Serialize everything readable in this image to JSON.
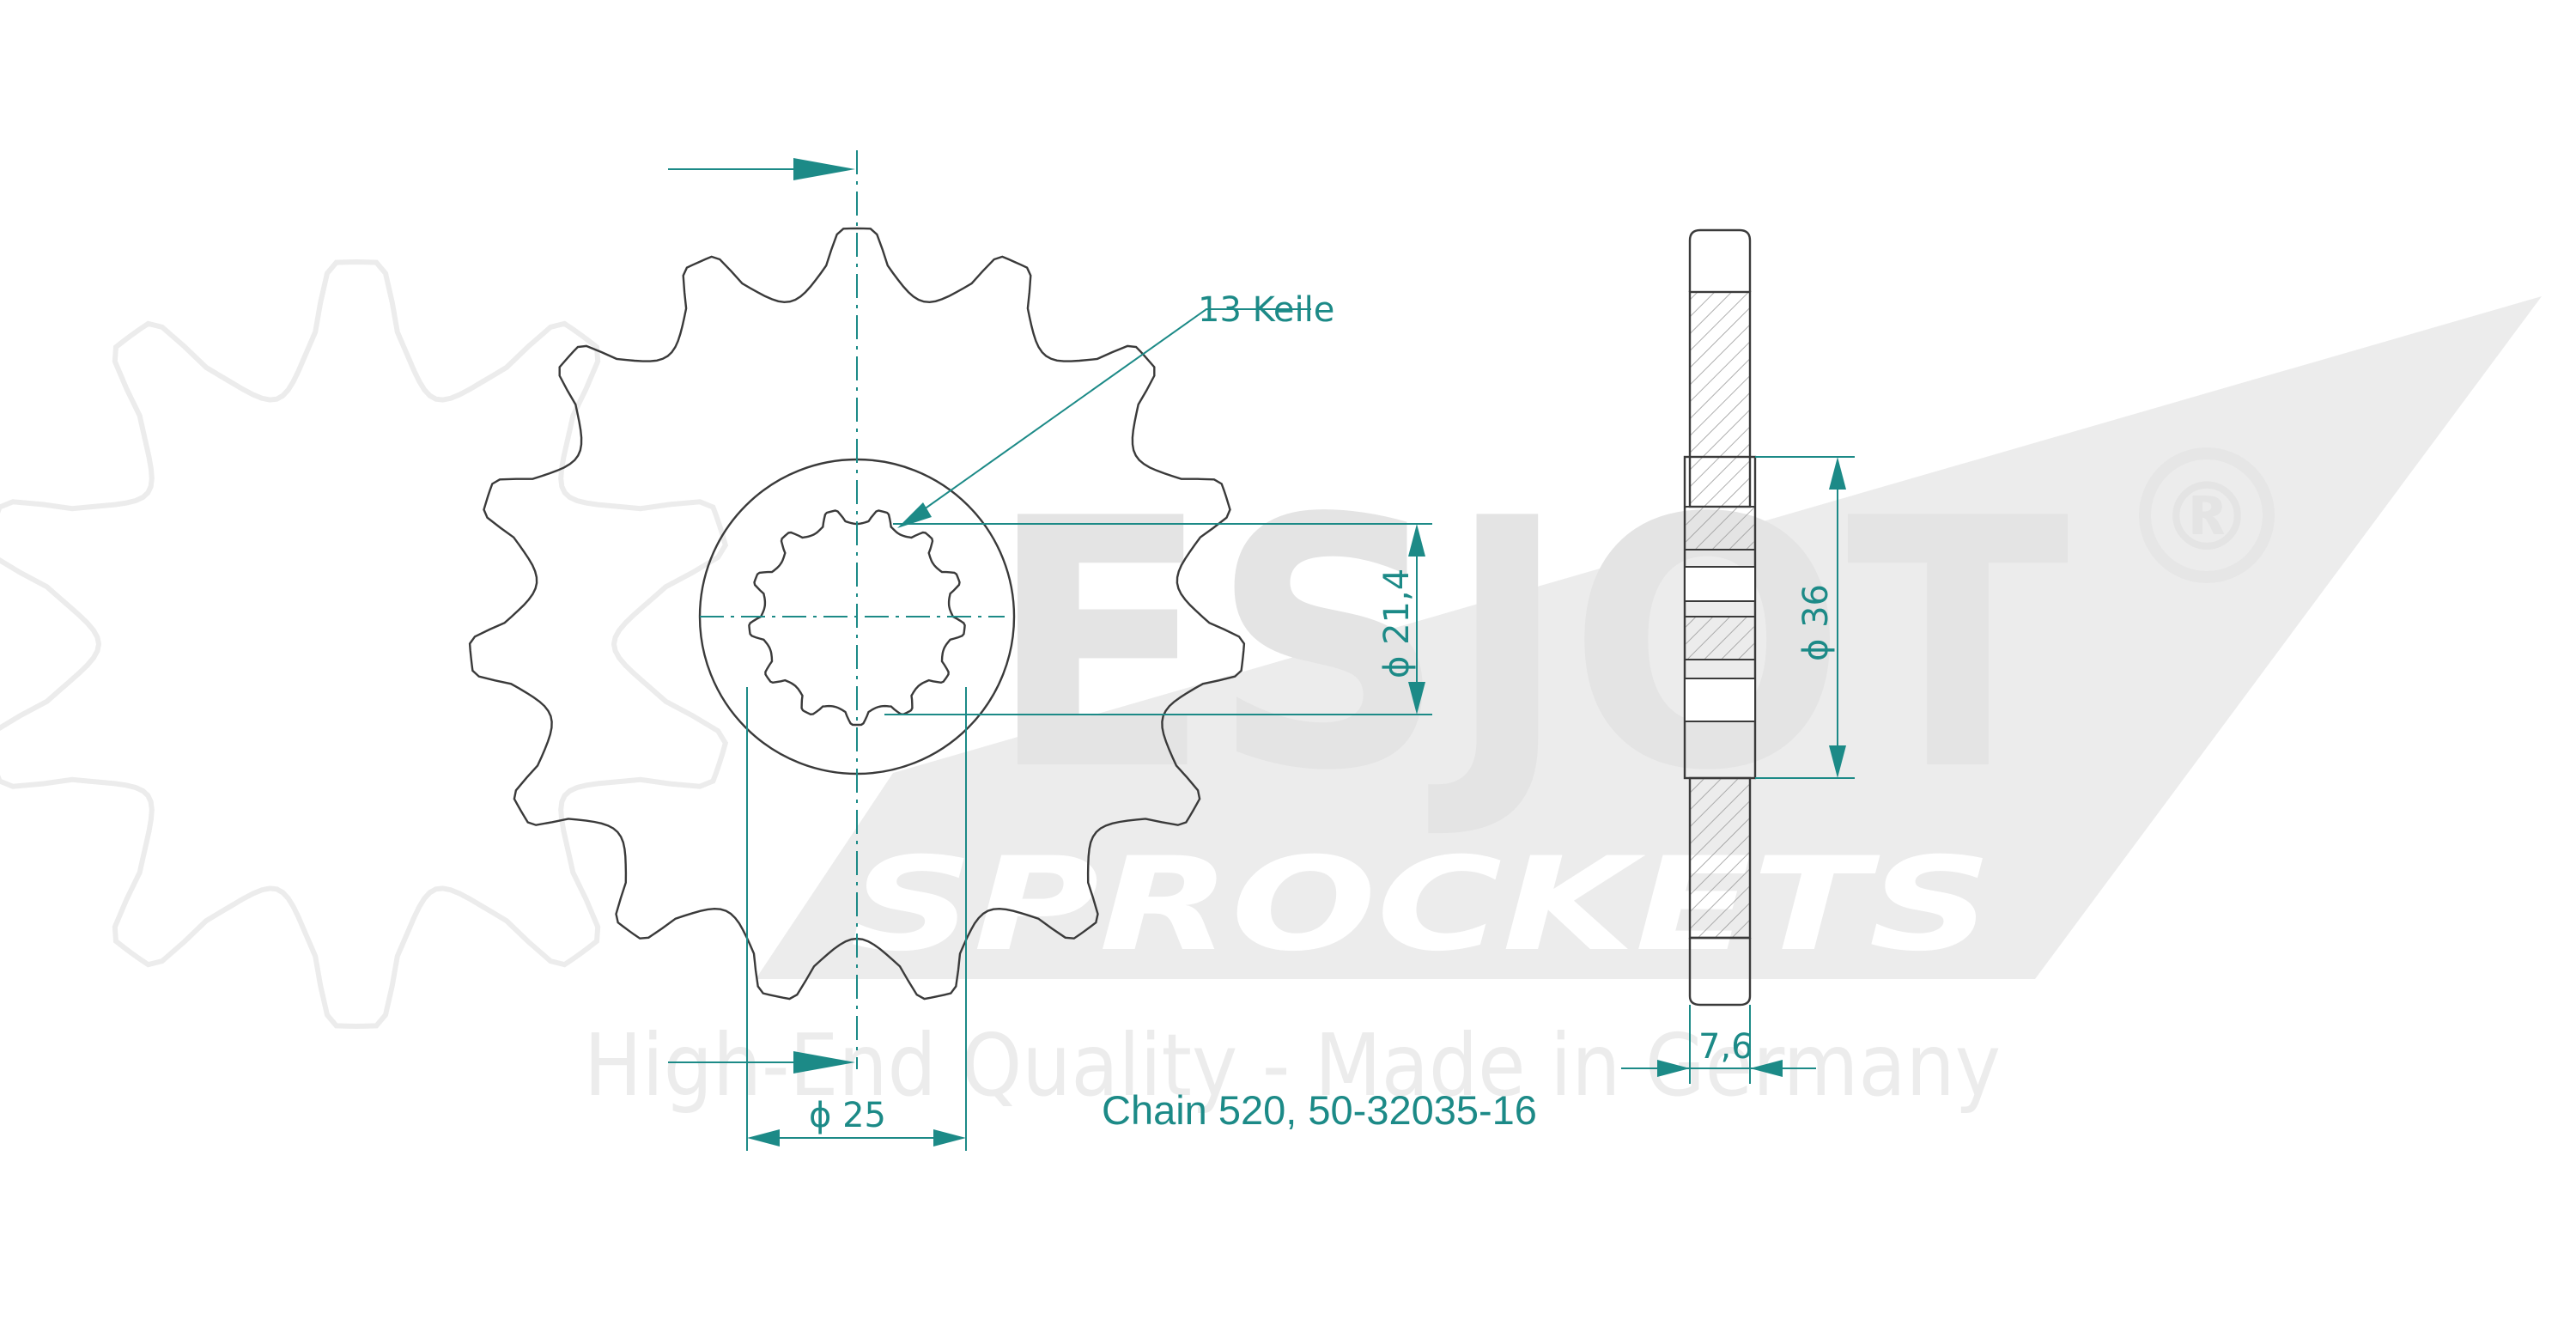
{
  "watermark": {
    "brand": "ESJOT",
    "registered": "®",
    "sub_brand": "SPROCKETS",
    "tagline": "High-End Quality - Made in Germany"
  },
  "front_view": {
    "teeth": 15,
    "spline_label": "13 Keile",
    "dim_spline": "ϕ 21,4",
    "dim_hub": "ϕ 25"
  },
  "side_view": {
    "dim_hub": "ϕ 36",
    "dim_width": "7,6"
  },
  "caption": "Chain 520, 50-32035-16",
  "colors": {
    "dimension": "#1c8a87",
    "outline": "#3a3a3a",
    "watermark": "#ececec"
  }
}
